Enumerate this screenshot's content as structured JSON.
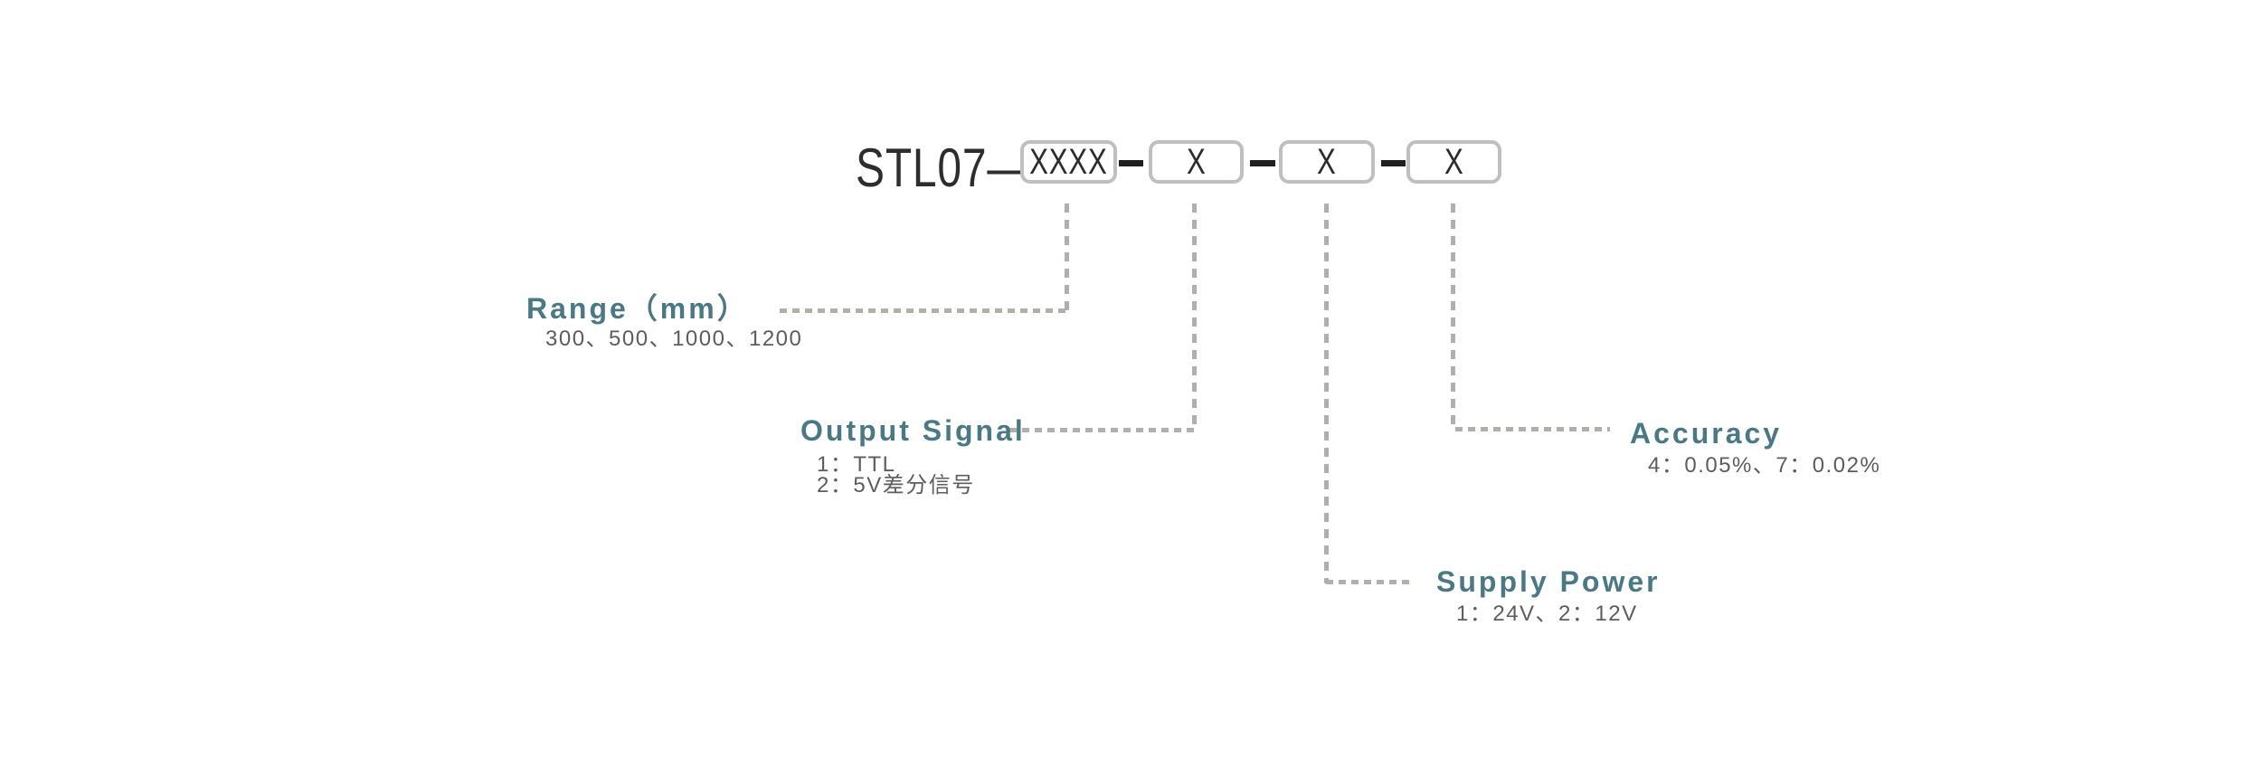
{
  "diagram": {
    "title_code": "STL07",
    "product_prefix": "STL07—",
    "code_segments": [
      {
        "placeholder": "XXXX",
        "field": "range"
      },
      {
        "placeholder": "X",
        "field": "output_signal"
      },
      {
        "placeholder": "X",
        "field": "supply_power"
      },
      {
        "placeholder": "X",
        "field": "accuracy"
      }
    ],
    "fields": [
      {
        "id": "range",
        "label": "Range（mm）",
        "values": [
          "300、500、1000、1200"
        ]
      },
      {
        "id": "output_signal",
        "label": "Output Signal",
        "values": [
          "1：TTL",
          "2：5V差分信号"
        ]
      },
      {
        "id": "supply_power",
        "label": "Supply Power",
        "values": [
          "1：24V、2：12V"
        ]
      },
      {
        "id": "accuracy",
        "label": "Accuracy",
        "values": [
          "4：0.05%、7：0.02%"
        ]
      }
    ],
    "colors": {
      "label_teal": "#4a7885",
      "value_gray": "#5d5d5d",
      "dash_gray": "#b2afab",
      "box_border_gray": "#c1bfbd",
      "code_text": "#2d2d2d",
      "background": "#ffffff"
    }
  }
}
